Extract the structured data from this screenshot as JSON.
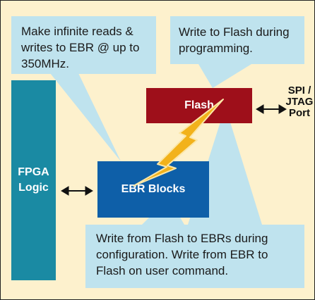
{
  "callouts": {
    "ebr_access": "Make infinite reads & writes to EBR @ up to 350MHz.",
    "flash_write": "Write to Flash during programming.",
    "config": "Write from Flash to EBRs during configuration.  Write from EBR to Flash on user command."
  },
  "blocks": {
    "flash": "Flash",
    "ebr": "EBR Blocks",
    "fpga_line1": "FPGA",
    "fpga_line2": "Logic"
  },
  "port": {
    "line1": "SPI /",
    "line2": "JTAG",
    "line3": "Port"
  },
  "colors": {
    "background": "#fdf1cd",
    "callout": "#bfe3ee",
    "fpga": "#1a8aa3",
    "ebr": "#0e5fa8",
    "flash": "#9e0f1a",
    "lightning": "#f2b21b"
  }
}
